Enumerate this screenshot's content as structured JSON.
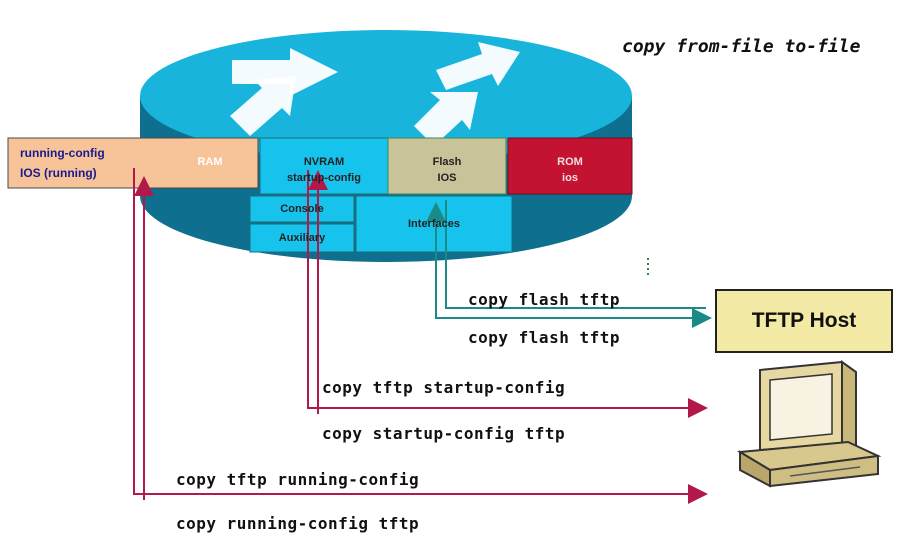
{
  "title": "copy from-file to-file",
  "memory": {
    "ram_label": "RAM",
    "running_config": "running-config",
    "ios_running": "IOS (running)",
    "nvram_label": "NVRAM",
    "startup_config": "startup-config",
    "flash_label": "Flash",
    "flash_ios": "IOS",
    "rom_label": "ROM",
    "rom_ios": "ios",
    "console_label": "Console",
    "aux_label": "Auxiliary",
    "interfaces_label": "Interfaces"
  },
  "tftp_host": "TFTP Host",
  "commands": {
    "copy_flash_tftp_1": "copy flash tftp",
    "copy_flash_tftp_2": "copy flash tftp",
    "copy_tftp_startup": "copy tftp startup-config",
    "copy_startup_tftp": "copy startup-config tftp",
    "copy_tftp_running": "copy tftp running-config",
    "copy_running_tftp": "copy running-config tftp"
  },
  "colors": {
    "router_top": "#18b4dc",
    "router_side": "#0f6f8e",
    "ram": "#f7c49a",
    "nvram": "#16c3ec",
    "flash": "#c9c39a",
    "rom": "#c41232",
    "tftp_box": "#f3eaa6",
    "arrow_red": "#b2184a",
    "arrow_teal": "#1a8a86"
  },
  "icons": [
    "router-direction-arrows-icon",
    "desktop-computer-icon"
  ]
}
